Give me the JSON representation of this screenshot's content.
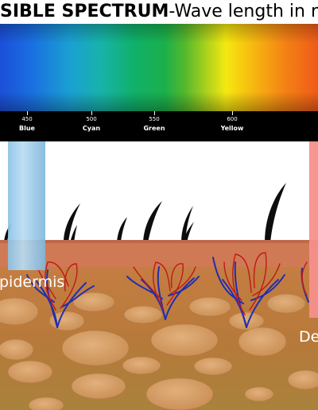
{
  "header": {
    "title_bold": "SIBLE SPECTRUM",
    "title_rest": "-Wave length in r"
  },
  "spectrum": {
    "ticks": [
      {
        "value": "450",
        "name": "Blue"
      },
      {
        "value": "500",
        "name": "Cyan"
      },
      {
        "value": "550",
        "name": "Green"
      },
      {
        "value": "600",
        "name": "Yellow"
      }
    ]
  },
  "diagram": {
    "label_epidermis": "pidermis",
    "label_dermis": "De"
  },
  "colors": {
    "blue_beam": "#9fcdea",
    "red_beam": "#f4908a",
    "epidermis": "#d07a55",
    "dermis": "#b9783b",
    "artery": "#c0191a",
    "vein": "#1f2fb0"
  }
}
